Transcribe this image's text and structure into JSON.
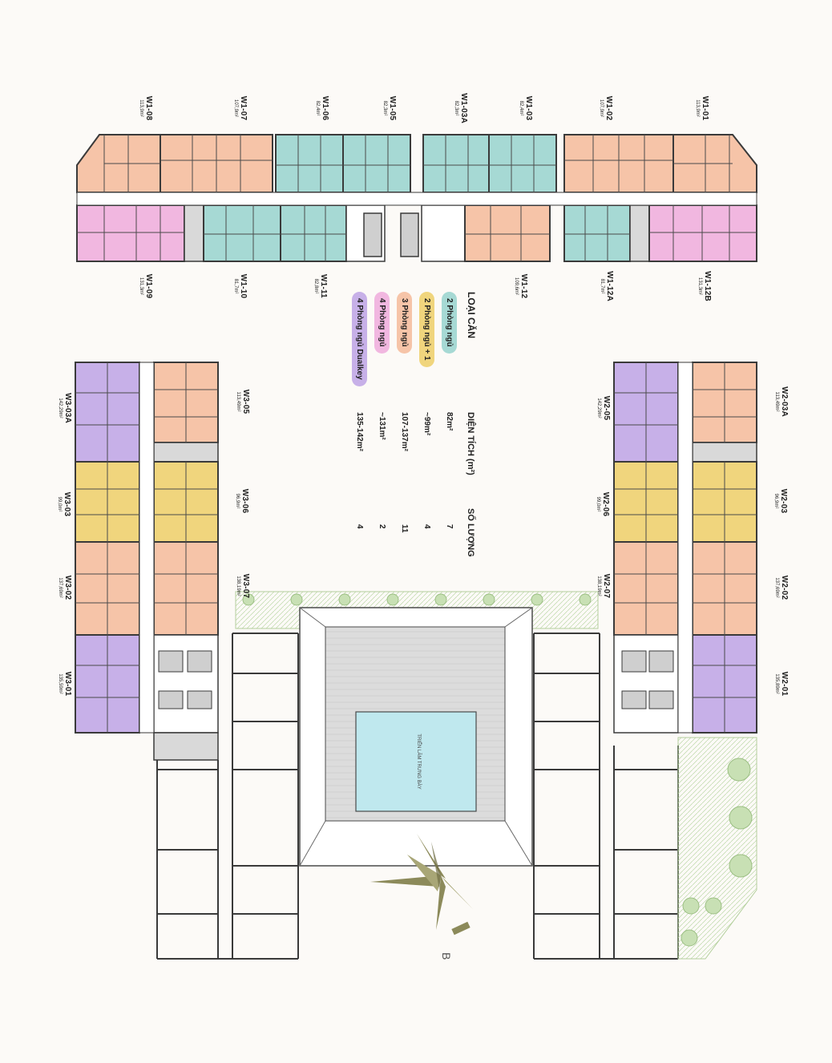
{
  "colors": {
    "two_bed": "#a6d9d4",
    "two_bed_plus": "#f0d57d",
    "three_bed": "#f6c4a8",
    "four_bed": "#f1b7e0",
    "four_bed_dualkey": "#c7b0e8",
    "wall": "#3a3a3a",
    "service": "#d9d9d9",
    "pool": "#bfe8ee",
    "garden": "#e3f0d8",
    "tree": "#b9d6a2",
    "compass": "#8c8a5a"
  },
  "legend": {
    "header_type": "LOẠI CĂN",
    "header_area": "DIỆN TÍCH (m²)",
    "header_count": "SỐ LƯỢNG",
    "rows": [
      {
        "label": "2 Phòng ngủ",
        "area": "82m²",
        "count": "7",
        "color": "#a6d9d4"
      },
      {
        "label": "2 Phòng ngủ + 1",
        "area": "~99m²",
        "count": "4",
        "color": "#f0d57d"
      },
      {
        "label": "3 Phòng ngủ",
        "area": "107-137m²",
        "count": "11",
        "color": "#f6c4a8"
      },
      {
        "label": "4 Phòng ngủ",
        "area": "~131m²",
        "count": "2",
        "color": "#f1b7e0"
      },
      {
        "label": "4 Phòng ngủ Dualkey",
        "area": "135-142m²",
        "count": "4",
        "color": "#c7b0e8"
      }
    ]
  },
  "units": {
    "w1_08": {
      "code": "W1-08",
      "area": "113,9m²"
    },
    "w1_07": {
      "code": "W1-07",
      "area": "107,9m²"
    },
    "w1_06": {
      "code": "W1-06",
      "area": "82,4m²"
    },
    "w1_05": {
      "code": "W1-05",
      "area": "82,3m²"
    },
    "w1_03a": {
      "code": "W1-03A",
      "area": "82,3m²"
    },
    "w1_03": {
      "code": "W1-03",
      "area": "82,4m²"
    },
    "w1_02": {
      "code": "W1-02",
      "area": "107,9m²"
    },
    "w1_01": {
      "code": "W1-01",
      "area": "113,9m²"
    },
    "w1_09": {
      "code": "W1-09",
      "area": "131,3m²"
    },
    "w1_10": {
      "code": "W1-10",
      "area": "81,7m²"
    },
    "w1_11": {
      "code": "W1-11",
      "area": "82,8m²"
    },
    "w1_12": {
      "code": "W1-12",
      "area": "109,6m²"
    },
    "w1_12a": {
      "code": "W1-12A",
      "area": "81,7m²"
    },
    "w1_12b": {
      "code": "W1-12B",
      "area": "131,3m²"
    },
    "w3_03a": {
      "code": "W3-03A",
      "area": "142,29m²"
    },
    "w3_03": {
      "code": "W3-03",
      "area": "99,0m²"
    },
    "w3_02": {
      "code": "W3-02",
      "area": "137,69m²"
    },
    "w3_01": {
      "code": "W3-01",
      "area": "135,59m²"
    },
    "w3_05": {
      "code": "W3-05",
      "area": "113,49m²"
    },
    "w3_06": {
      "code": "W3-06",
      "area": "96,9m²"
    },
    "w3_07": {
      "code": "W3-07",
      "area": "138,19m²"
    },
    "w2_05": {
      "code": "W2-05",
      "area": "142,29m²"
    },
    "w2_06": {
      "code": "W2-06",
      "area": "99,0m²"
    },
    "w2_07": {
      "code": "W2-07",
      "area": "138,19m²"
    },
    "w2_03a": {
      "code": "W2-03A",
      "area": "113,49m²"
    },
    "w2_03": {
      "code": "W2-03",
      "area": "96,9m²"
    },
    "w2_02": {
      "code": "W2-02",
      "area": "137,69m²"
    },
    "w2_01": {
      "code": "W2-01",
      "area": "135,89m²"
    }
  },
  "pool_label": "TRIỂN LÃM TRƯNG BÀY"
}
